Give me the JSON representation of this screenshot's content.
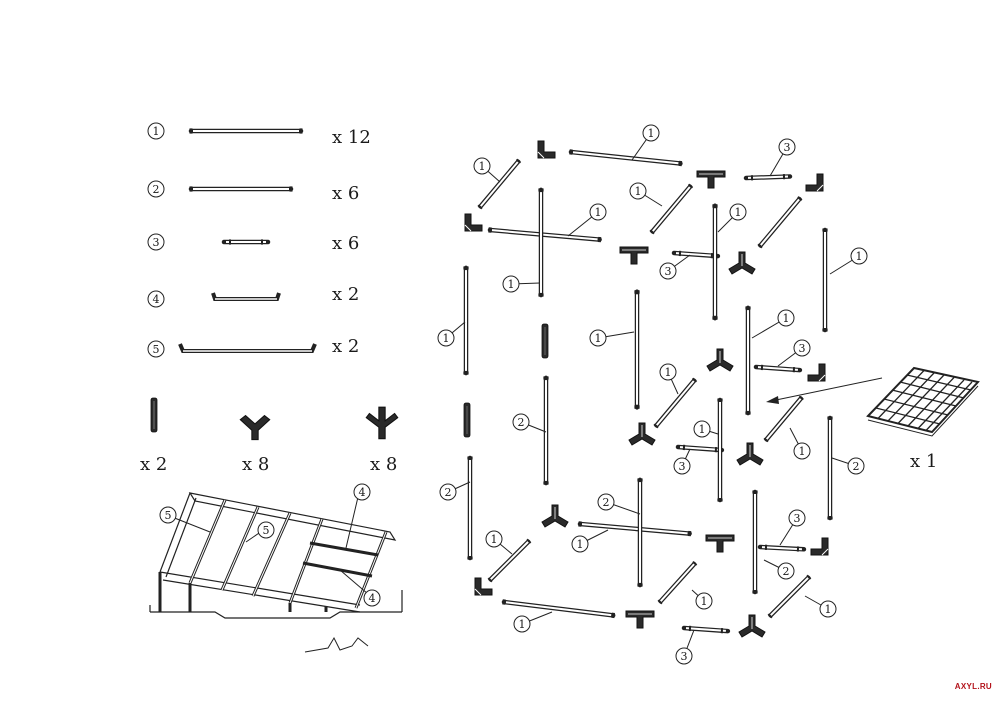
{
  "legend": {
    "parts": [
      {
        "label": "1",
        "qty": "x 12"
      },
      {
        "label": "2",
        "qty": "x 6"
      },
      {
        "label": "3",
        "qty": "x 6"
      },
      {
        "label": "4",
        "qty": "x 2"
      },
      {
        "label": "5",
        "qty": "x 2"
      }
    ],
    "connectors": [
      {
        "qty": "x 2"
      },
      {
        "qty": "x 8"
      },
      {
        "qty": "x 8"
      }
    ]
  },
  "inset": {
    "callouts": [
      "5",
      "5",
      "4",
      "4"
    ]
  },
  "mesh": {
    "qty": "x 1"
  },
  "frame": {
    "callouts": [
      "1",
      "1",
      "3",
      "1",
      "1",
      "1",
      "1",
      "3",
      "1",
      "1",
      "1",
      "1",
      "3",
      "1",
      "2",
      "1",
      "2",
      "3",
      "1",
      "2",
      "2",
      "1",
      "1",
      "3",
      "2",
      "1",
      "1",
      "1",
      "3"
    ]
  },
  "watermark": "AXYL.RU"
}
